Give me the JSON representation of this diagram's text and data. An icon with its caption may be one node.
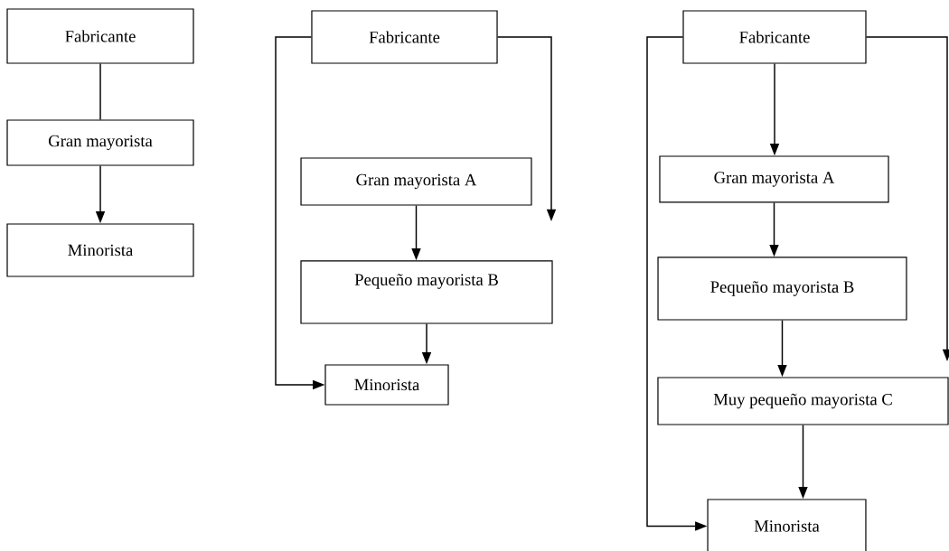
{
  "diagram": {
    "nodes": [
      {
        "text": [
          "Fabricante"
        ]
      },
      {
        "text": [
          "Gran mayorista"
        ]
      },
      {
        "text": [
          "Minorista"
        ]
      },
      {
        "text": [
          "Fabricante"
        ]
      },
      {
        "text": [
          "Gran mayorista A"
        ]
      },
      {
        "text": [
          "Pequeño mayorista B"
        ]
      },
      {
        "text": [
          "Minorista"
        ]
      },
      {
        "text": [
          "Fabricante"
        ]
      },
      {
        "text": [
          "Gran mayorista A"
        ]
      },
      {
        "text": [
          "Pequeño mayorista B"
        ]
      },
      {
        "text": [
          "Muy pequeño mayorista C"
        ]
      },
      {
        "text": [
          "Minorista"
        ]
      }
    ],
    "edges": [
      {
        "from": 0,
        "to": 1,
        "arrow": "none"
      },
      {
        "from": 1,
        "to": 2,
        "arrow": "to"
      },
      {
        "from": 3,
        "to": 6,
        "arrow": "to"
      },
      {
        "from": 3,
        "to": null,
        "arrow": "to"
      },
      {
        "from": 4,
        "to": 5,
        "arrow": "to"
      },
      {
        "from": 5,
        "to": 6,
        "arrow": "to"
      },
      {
        "from": 7,
        "to": 8,
        "arrow": "to"
      },
      {
        "from": 8,
        "to": 9,
        "arrow": "to"
      },
      {
        "from": 9,
        "to": 10,
        "arrow": "to"
      },
      {
        "from": 10,
        "to": 11,
        "arrow": "to"
      },
      {
        "from": 7,
        "to": 11,
        "arrow": "to"
      },
      {
        "from": 7,
        "to": null,
        "arrow": "to"
      }
    ]
  }
}
